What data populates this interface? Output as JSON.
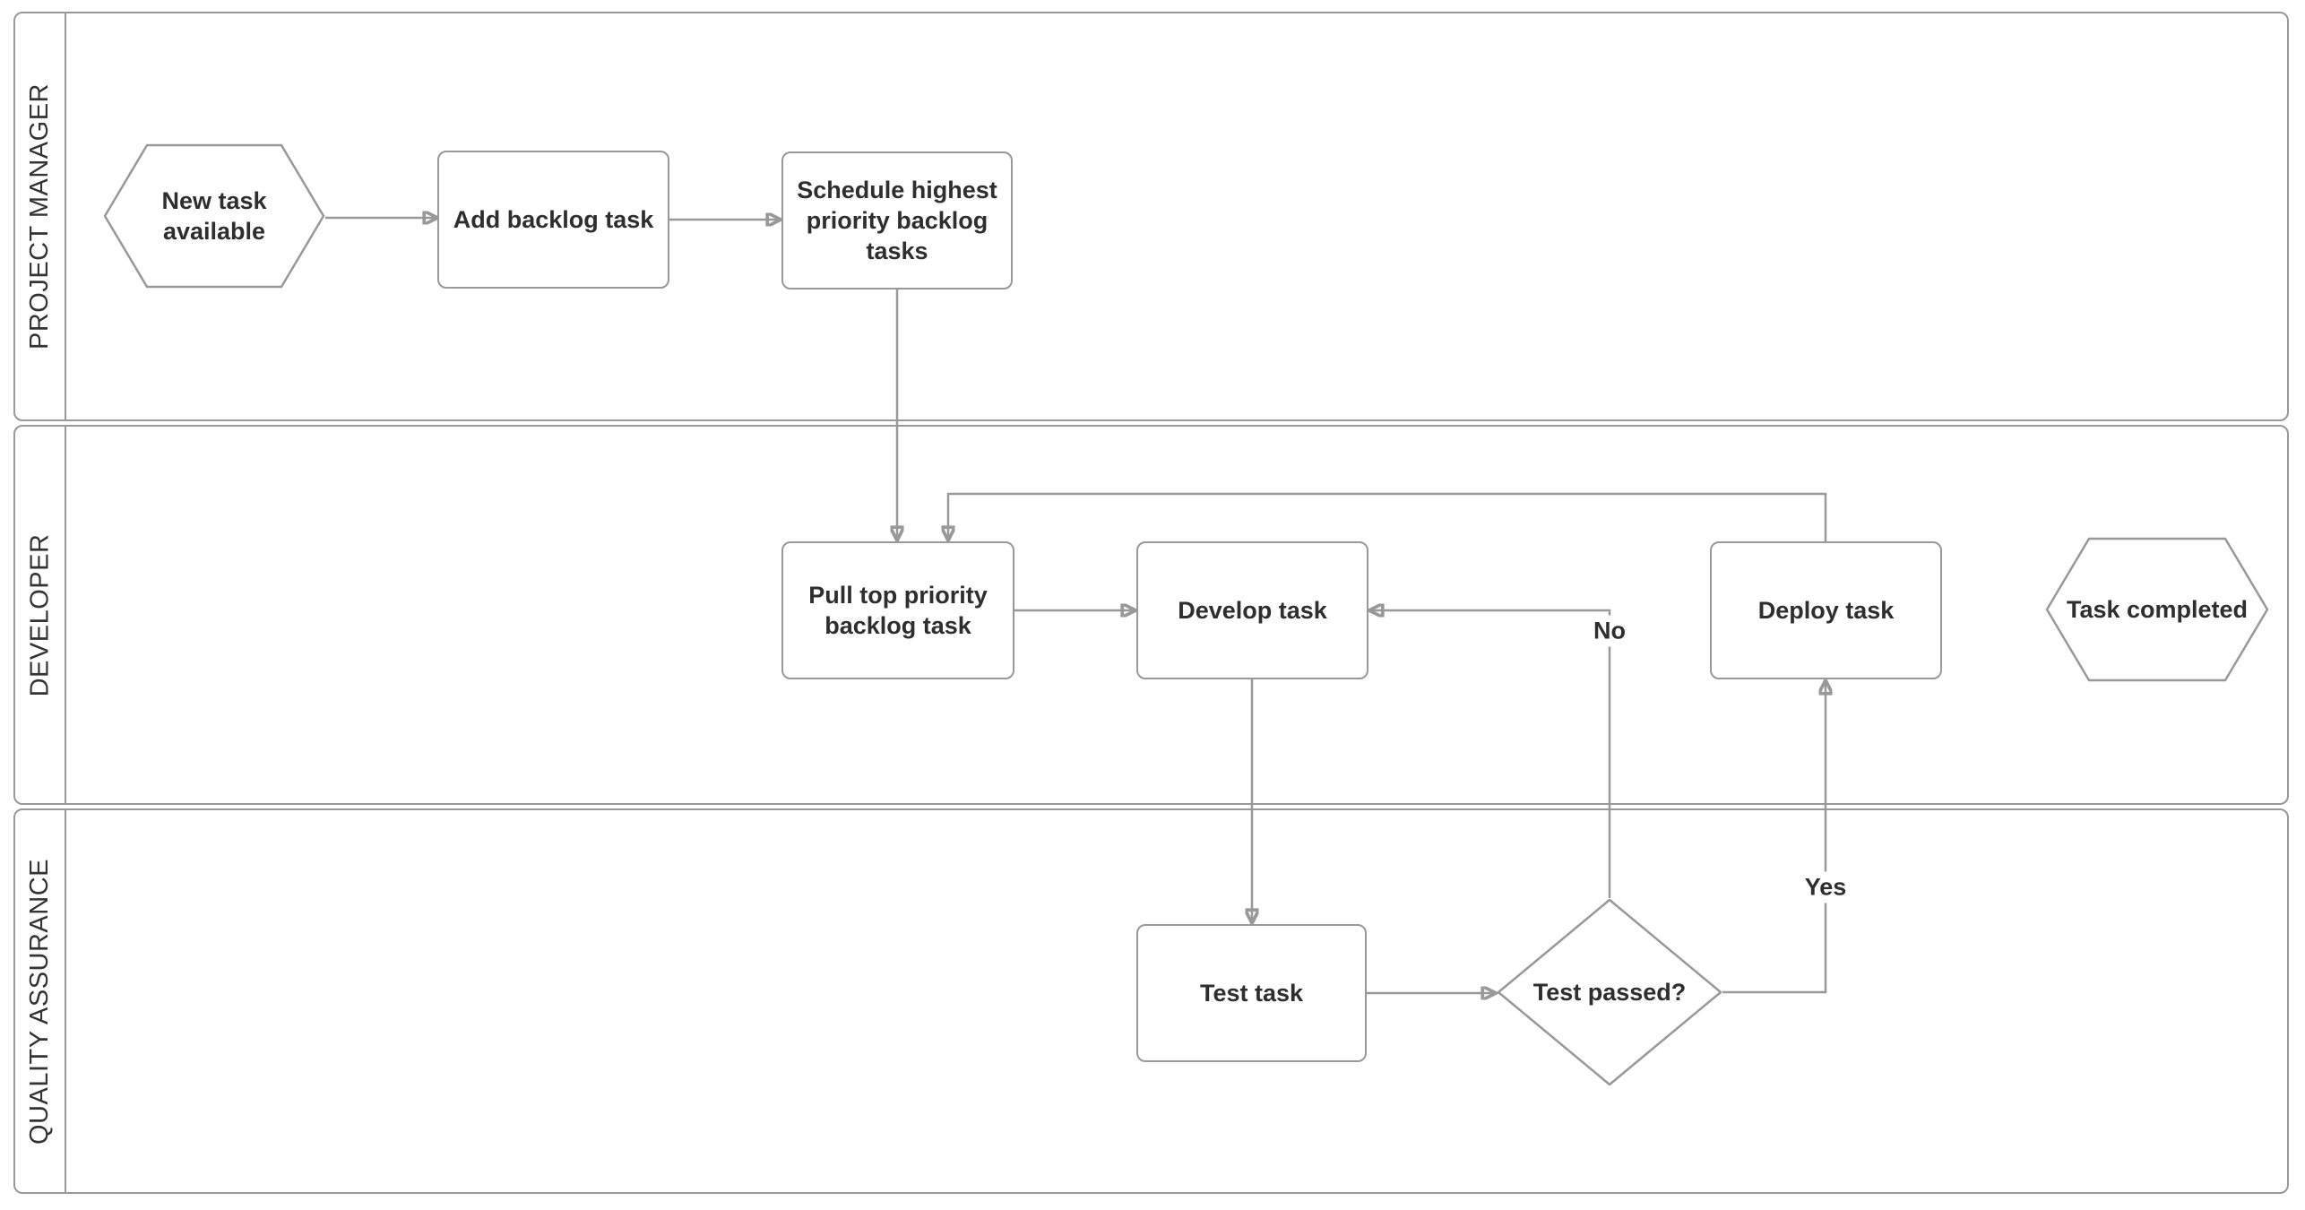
{
  "diagram": {
    "type": "swimlane-flowchart",
    "colors": {
      "border": "#999999",
      "line": "#999999",
      "text": "#2e2e2e",
      "lane_label_text": "#333333",
      "background": "#ffffff"
    },
    "lanes": [
      {
        "label": "PROJECT MANAGER"
      },
      {
        "label": "DEVELOPER"
      },
      {
        "label": "QUALITY ASSURANCE"
      }
    ],
    "nodes": [
      {
        "id": "start",
        "shape": "hexagon",
        "lane": "PROJECT MANAGER",
        "label": "New task available"
      },
      {
        "id": "add",
        "shape": "rect",
        "lane": "PROJECT MANAGER",
        "label": "Add backlog task"
      },
      {
        "id": "schedule",
        "shape": "rect",
        "lane": "PROJECT MANAGER",
        "label": "Schedule highest priority backlog tasks"
      },
      {
        "id": "pull",
        "shape": "rect",
        "lane": "DEVELOPER",
        "label": "Pull top priority backlog task"
      },
      {
        "id": "develop",
        "shape": "rect",
        "lane": "DEVELOPER",
        "label": "Develop task"
      },
      {
        "id": "deploy",
        "shape": "rect",
        "lane": "DEVELOPER",
        "label": "Deploy task"
      },
      {
        "id": "end",
        "shape": "hexagon",
        "lane": "DEVELOPER",
        "label": "Task completed"
      },
      {
        "id": "test",
        "shape": "rect",
        "lane": "QUALITY ASSURANCE",
        "label": "Test task"
      },
      {
        "id": "decision",
        "shape": "diamond",
        "lane": "QUALITY ASSURANCE",
        "label": "Test passed?"
      }
    ],
    "edges": [
      {
        "from": "start",
        "to": "add",
        "label": ""
      },
      {
        "from": "add",
        "to": "schedule",
        "label": ""
      },
      {
        "from": "schedule",
        "to": "pull",
        "label": ""
      },
      {
        "from": "deploy",
        "to": "pull",
        "label": ""
      },
      {
        "from": "pull",
        "to": "develop",
        "label": ""
      },
      {
        "from": "develop",
        "to": "test",
        "label": ""
      },
      {
        "from": "test",
        "to": "decision",
        "label": ""
      },
      {
        "from": "decision",
        "to": "develop",
        "label": "No"
      },
      {
        "from": "decision",
        "to": "deploy",
        "label": "Yes"
      }
    ]
  }
}
